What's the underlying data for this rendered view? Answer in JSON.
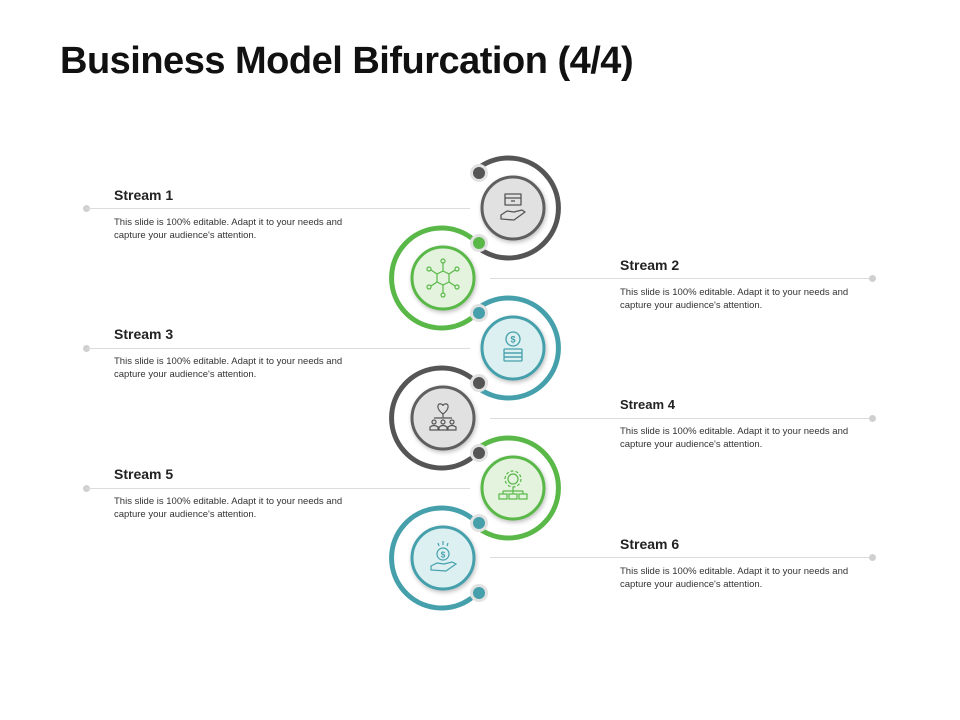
{
  "title": "Business Model Bifurcation (4/4)",
  "colors": {
    "dark": "#555555",
    "green": "#5ab849",
    "teal": "#45a0ab"
  },
  "streams": [
    {
      "label": "Stream 1",
      "text": "This slide is 100% editable.  Adapt it to your needs and capture your audience's attention.",
      "color": "dark",
      "icon": "box-in-hand-icon"
    },
    {
      "label": "Stream 2",
      "text": "This slide is 100% editable.  Adapt it to your needs and capture your audience's attention.",
      "color": "green",
      "icon": "network-icon"
    },
    {
      "label": "Stream 3",
      "text": "This slide is 100% editable.  Adapt it to your needs and capture your audience's attention.",
      "color": "teal",
      "icon": "coin-stack-icon"
    },
    {
      "label": "Stream 4",
      "text": "This slide is 100% editable.  Adapt it to your needs and capture your audience's attention.",
      "color": "dark",
      "icon": "heart-team-icon"
    },
    {
      "label": "Stream 5",
      "text": "This slide is 100% editable.  Adapt it to your needs and capture your audience's attention.",
      "color": "green",
      "icon": "gear-network-icon"
    },
    {
      "label": "Stream 6",
      "text": "This slide is 100% editable.  Adapt it to your needs and capture your audience's attention.",
      "color": "teal",
      "icon": "money-in-hand-icon"
    }
  ]
}
